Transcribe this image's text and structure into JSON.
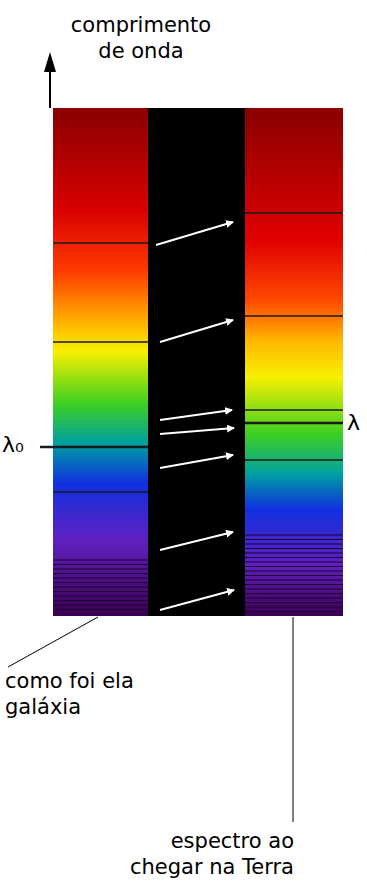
{
  "diagram": {
    "labels": [
      "comprimento de onda",
      "λ₀",
      "λ",
      "como foi ela galáxia",
      "espectro ao chegar na Terra"
    ]
  }
}
